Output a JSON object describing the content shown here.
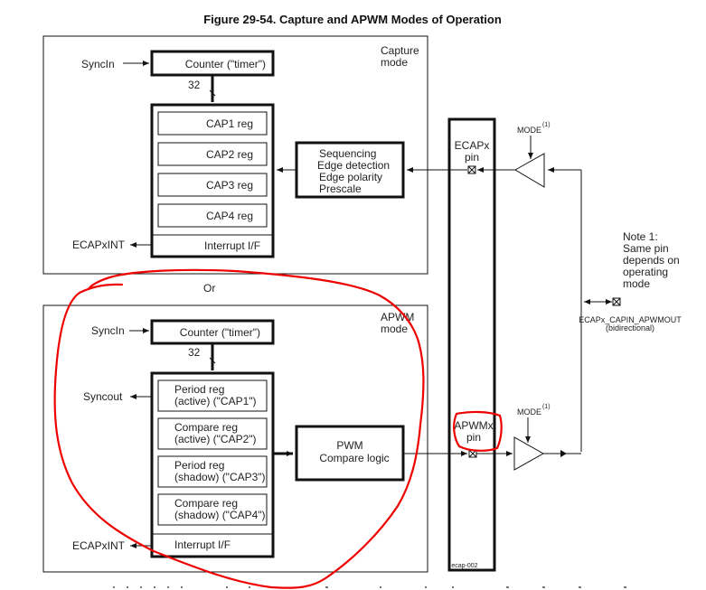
{
  "figure": {
    "title": "Figure 29-54.  Capture and APWM Modes of Operation",
    "image_tag": "ecap-002"
  },
  "capture": {
    "mode_label": [
      "Capture",
      "mode"
    ],
    "syncin": "SyncIn",
    "counter": "Counter (\"timer\")",
    "bus_width": "32",
    "registers": [
      "CAP1 reg",
      "CAP2 reg",
      "CAP3 reg",
      "CAP4 reg"
    ],
    "interrupt": "Interrupt I/F",
    "int_out": "ECAPxINT",
    "logic": [
      "Sequencing",
      "Edge detection",
      "Edge polarity",
      "Prescale"
    ],
    "pin": [
      "ECAPx",
      "pin"
    ],
    "mode_signal": "MODE",
    "mode_sup": "(1)"
  },
  "separator": "Or",
  "apwm": {
    "mode_label": [
      "APWM",
      "mode"
    ],
    "syncin": "SyncIn",
    "syncout": "Syncout",
    "counter": "Counter (\"timer\")",
    "bus_width": "32",
    "registers": [
      [
        "Period reg",
        "(active) (\"CAP1\")"
      ],
      [
        "Compare reg",
        "(active) (\"CAP2\")"
      ],
      [
        "Period reg",
        "(shadow) (\"CAP3\")"
      ],
      [
        "Compare reg",
        "(shadow) (\"CAP4\")"
      ]
    ],
    "interrupt": "Interrupt I/F",
    "int_out": "ECAPxINT",
    "logic": [
      "PWM",
      "Compare logic"
    ],
    "pin": [
      "APWMx",
      "pin"
    ],
    "mode_signal": "MODE",
    "mode_sup": "(1)"
  },
  "note": {
    "lines": [
      "Note 1:",
      "Same pin",
      "depends on",
      "operating",
      "mode"
    ],
    "pin_name": "ECAPx_CAPIN_APWMOUT",
    "pin_desc": "(bidirectional)"
  },
  "annotation_color": "#ee0000"
}
